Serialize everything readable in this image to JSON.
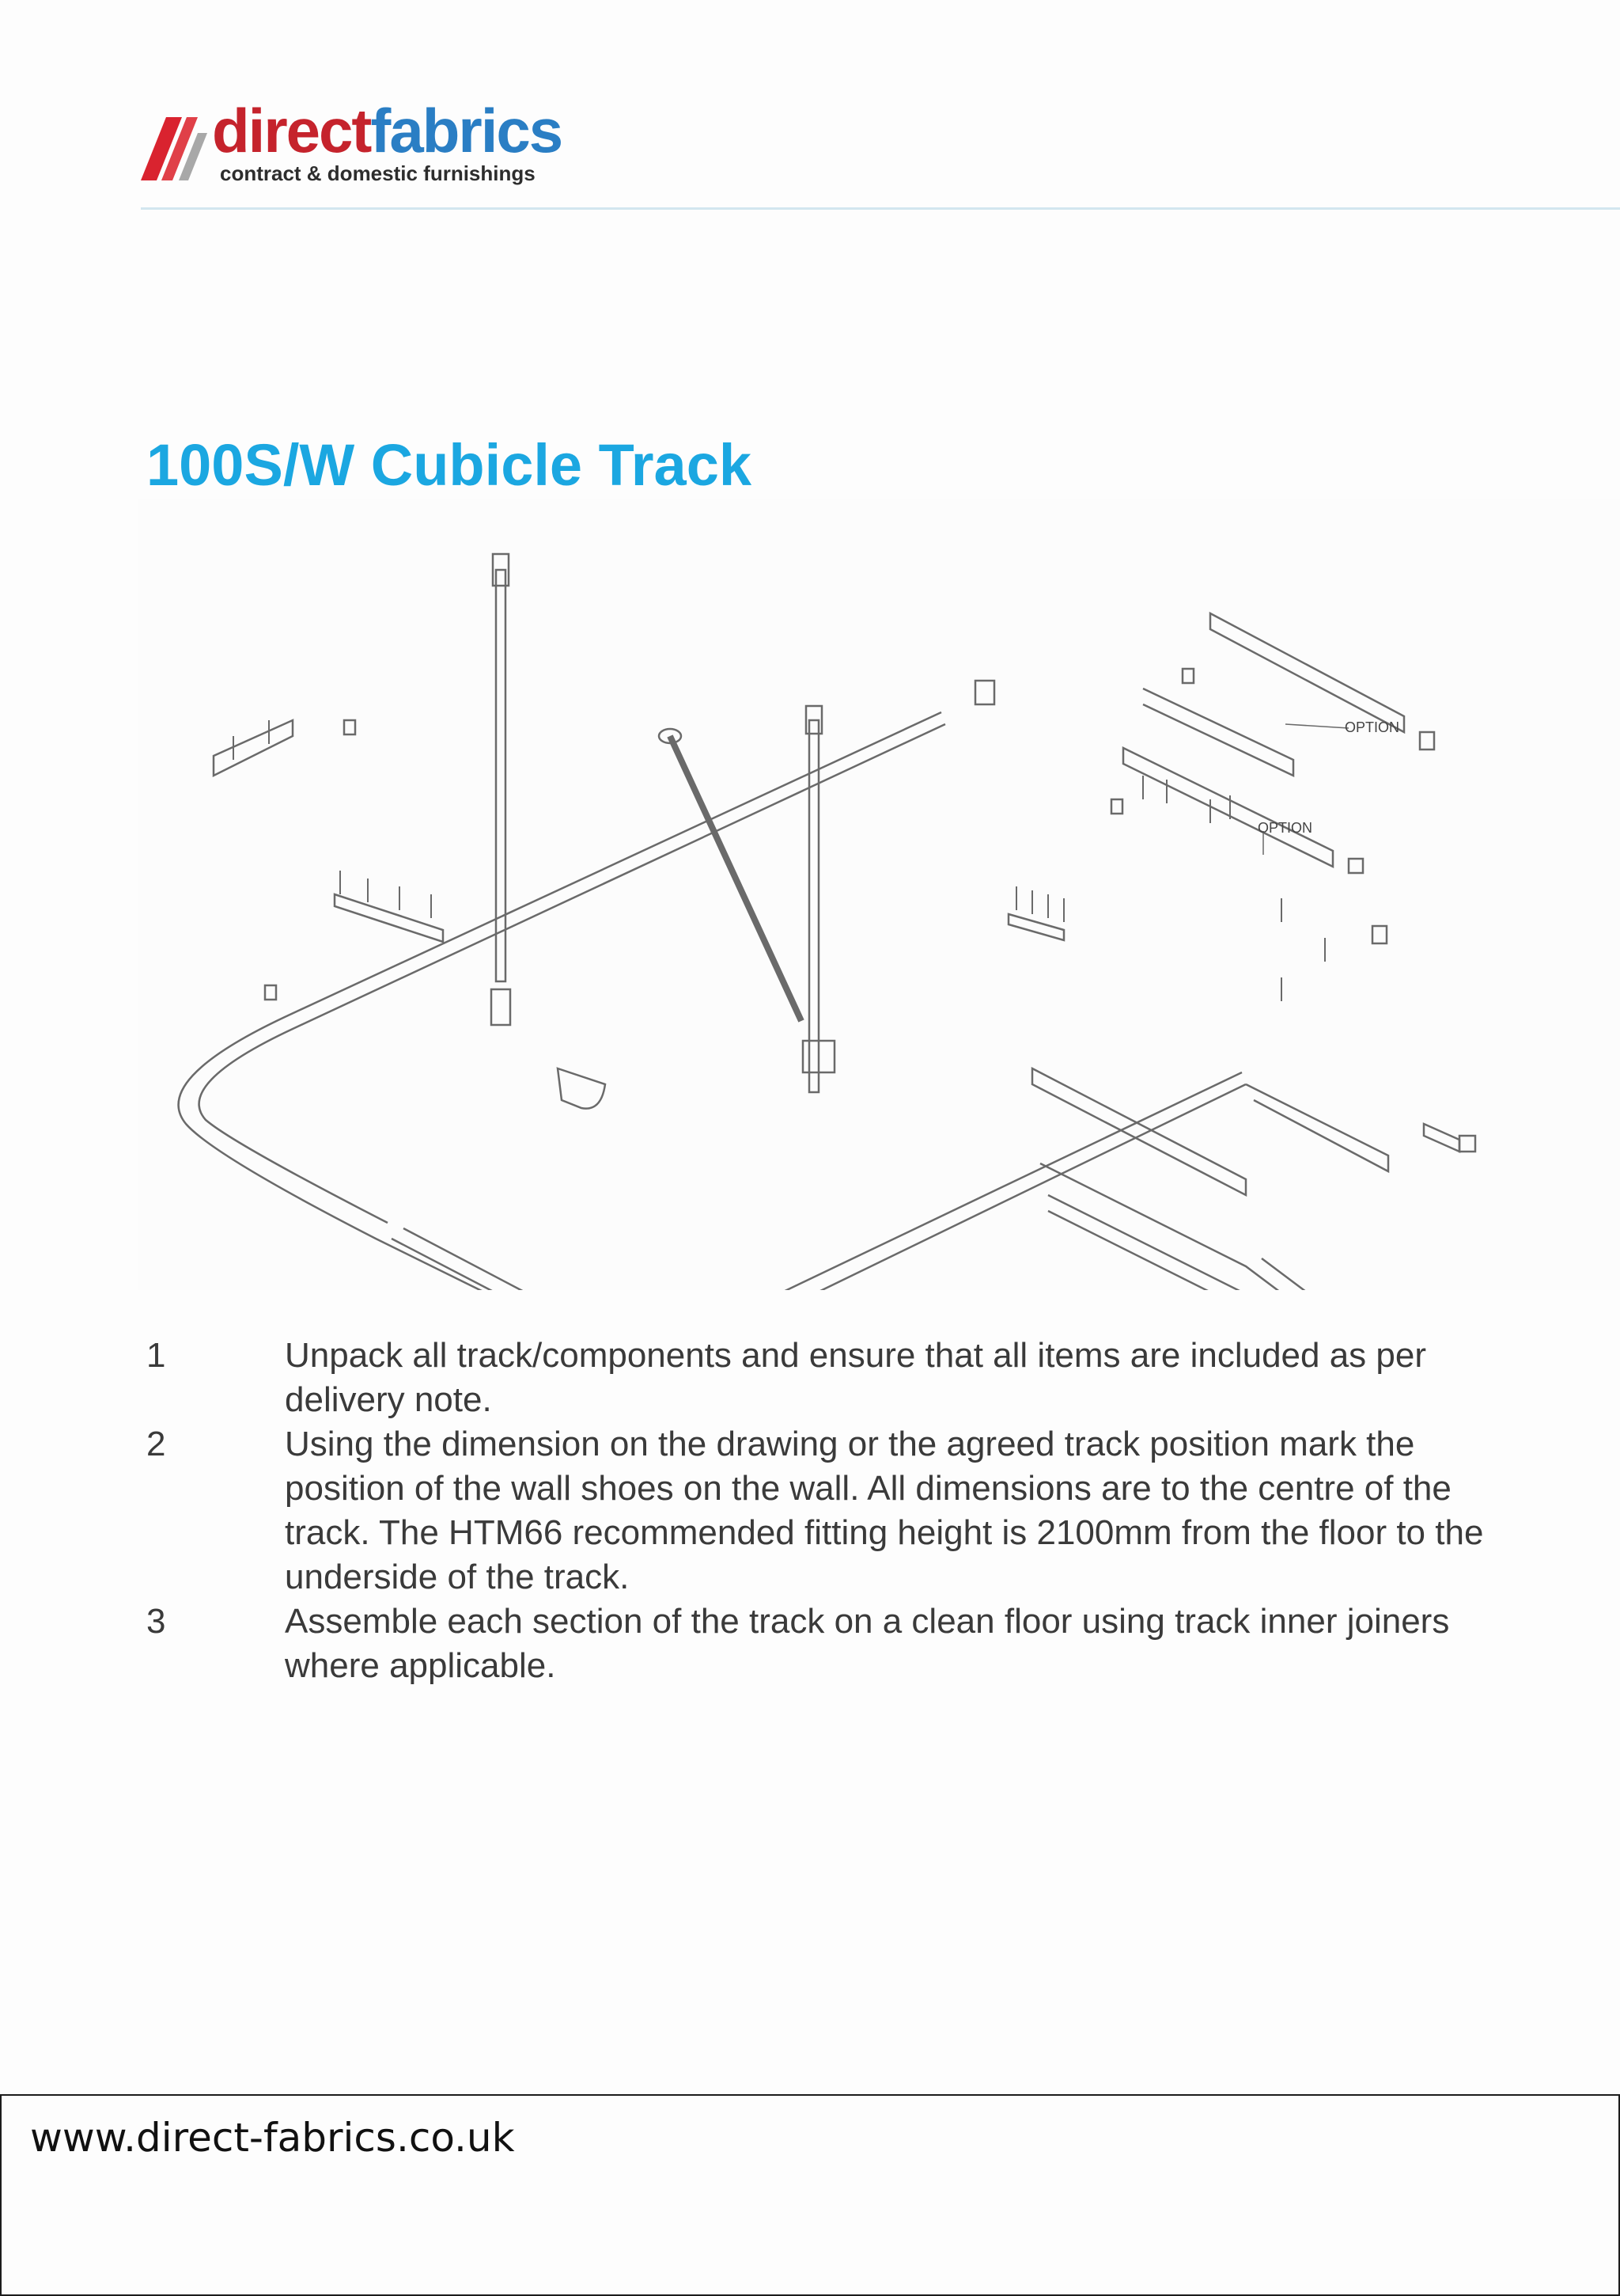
{
  "header": {
    "logo": {
      "word_part1": "direct",
      "word_part2": "fabrics",
      "tagline": "contract & domestic furnishings",
      "colors": {
        "red": "#c5232c",
        "blue": "#2a7ec4"
      }
    }
  },
  "title": "100S/W Cubicle Track",
  "diagram": {
    "callouts": [
      "OPTION",
      "OPTION"
    ]
  },
  "steps": [
    {
      "number": "1",
      "text": "Unpack all track/components and ensure that all items are included as per delivery note."
    },
    {
      "number": "2",
      "text": "Using the dimension on the drawing or the agreed track position mark the position of the wall shoes on the wall. All dimensions are to the centre of the track. The HTM66 recommended fitting height is 2100mm from the floor to the underside of the track."
    },
    {
      "number": "3",
      "text": "Assemble each section of the track on a clean floor using track inner joiners where applicable."
    }
  ],
  "footer": {
    "url": "www.direct-fabrics.co.uk"
  },
  "colors": {
    "title": "#1ba7e1",
    "body_text": "#3a3a3a"
  }
}
